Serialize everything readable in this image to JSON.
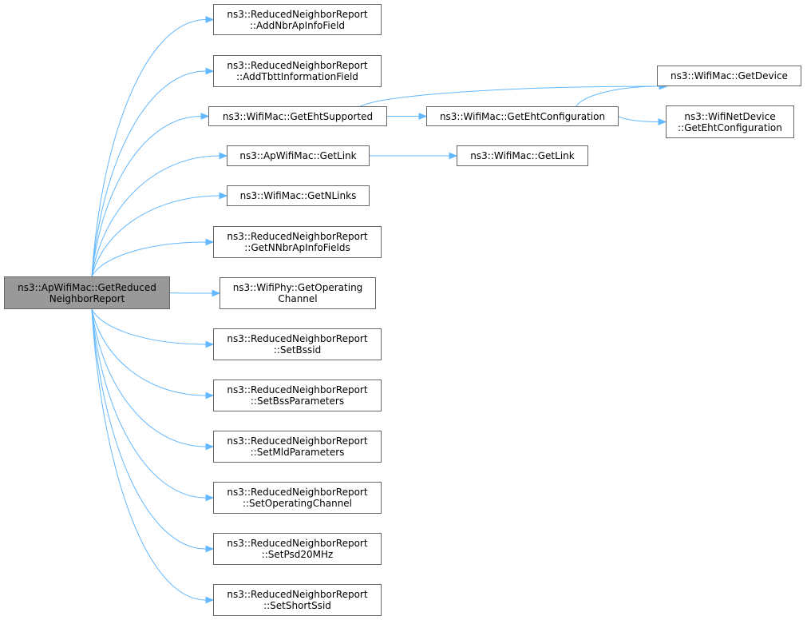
{
  "colors": {
    "edge": "#63b8ff",
    "node_border": "#666666",
    "root_fill": "#999999",
    "node_fill": "#ffffff"
  },
  "nodes": [
    {
      "id": "root",
      "lines": [
        "ns3::ApWifiMac::GetReduced",
        "NeighborReport"
      ]
    },
    {
      "id": "addNbr",
      "lines": [
        "ns3::ReducedNeighborReport",
        "::AddNbrApInfoField"
      ]
    },
    {
      "id": "addTbtt",
      "lines": [
        "ns3::ReducedNeighborReport",
        "::AddTbttInformationField"
      ]
    },
    {
      "id": "getEhtSupp",
      "lines": [
        "ns3::WifiMac::GetEhtSupported"
      ]
    },
    {
      "id": "getLinkAp",
      "lines": [
        "ns3::ApWifiMac::GetLink"
      ]
    },
    {
      "id": "getNLinks",
      "lines": [
        "ns3::WifiMac::GetNLinks"
      ]
    },
    {
      "id": "getNNbr",
      "lines": [
        "ns3::ReducedNeighborReport",
        "::GetNNbrApInfoFields"
      ]
    },
    {
      "id": "getOpCh",
      "lines": [
        "ns3::WifiPhy::GetOperating",
        "Channel"
      ]
    },
    {
      "id": "setBssid",
      "lines": [
        "ns3::ReducedNeighborReport",
        "::SetBssid"
      ]
    },
    {
      "id": "setBssParams",
      "lines": [
        "ns3::ReducedNeighborReport",
        "::SetBssParameters"
      ]
    },
    {
      "id": "setMld",
      "lines": [
        "ns3::ReducedNeighborReport",
        "::SetMldParameters"
      ]
    },
    {
      "id": "setOpCh",
      "lines": [
        "ns3::ReducedNeighborReport",
        "::SetOperatingChannel"
      ]
    },
    {
      "id": "setPsd",
      "lines": [
        "ns3::ReducedNeighborReport",
        "::SetPsd20MHz"
      ]
    },
    {
      "id": "setShort",
      "lines": [
        "ns3::ReducedNeighborReport",
        "::SetShortSsid"
      ]
    },
    {
      "id": "getEhtConf",
      "lines": [
        "ns3::WifiMac::GetEhtConfiguration"
      ]
    },
    {
      "id": "getLinkMac",
      "lines": [
        "ns3::WifiMac::GetLink"
      ]
    },
    {
      "id": "getDevice",
      "lines": [
        "ns3::WifiMac::GetDevice"
      ]
    },
    {
      "id": "netDevEht",
      "lines": [
        "ns3::WifiNetDevice",
        "::GetEhtConfiguration"
      ]
    }
  ],
  "edges": [
    [
      "root",
      "addNbr"
    ],
    [
      "root",
      "addTbtt"
    ],
    [
      "root",
      "getEhtSupp"
    ],
    [
      "root",
      "getLinkAp"
    ],
    [
      "root",
      "getNLinks"
    ],
    [
      "root",
      "getNNbr"
    ],
    [
      "root",
      "getOpCh"
    ],
    [
      "root",
      "setBssid"
    ],
    [
      "root",
      "setBssParams"
    ],
    [
      "root",
      "setMld"
    ],
    [
      "root",
      "setOpCh"
    ],
    [
      "root",
      "setPsd"
    ],
    [
      "root",
      "setShort"
    ],
    [
      "getEhtSupp",
      "getDevice"
    ],
    [
      "getEhtSupp",
      "getEhtConf"
    ],
    [
      "getEhtConf",
      "getDevice"
    ],
    [
      "getEhtConf",
      "netDevEht"
    ],
    [
      "getLinkAp",
      "getLinkMac"
    ]
  ]
}
